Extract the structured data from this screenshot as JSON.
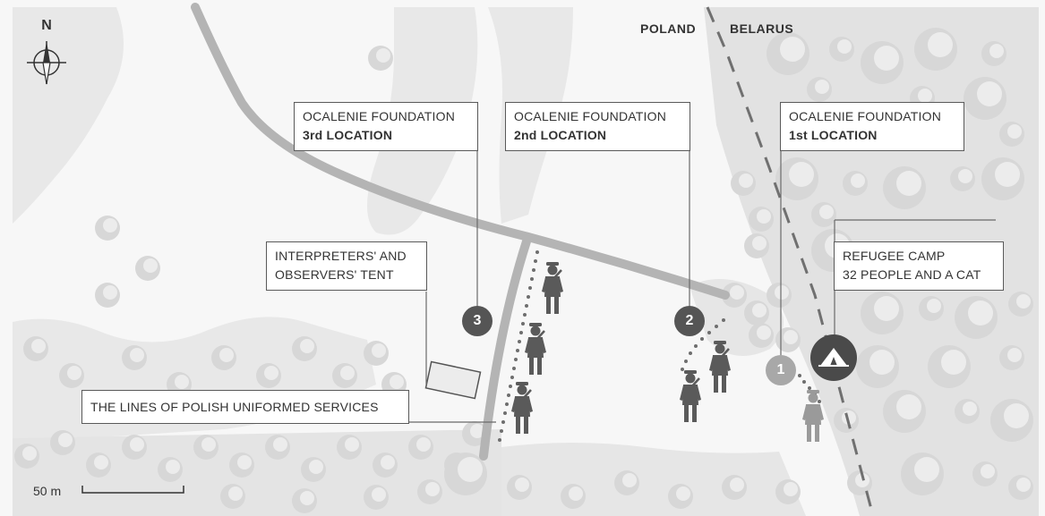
{
  "compass": {
    "letter": "N",
    "icon": "compass-rose-icon"
  },
  "countries": {
    "west": "POLAND",
    "east": "BELARUS"
  },
  "callouts": {
    "location3": {
      "line1": "OCALENIE FOUNDATION",
      "line2": "3rd LOCATION"
    },
    "location2": {
      "line1": "OCALENIE FOUNDATION",
      "line2": "2nd LOCATION"
    },
    "location1": {
      "line1": "OCALENIE FOUNDATION",
      "line2": "1st LOCATION"
    },
    "camp": {
      "line1": "REFUGEE CAMP",
      "line2": "32 PEOPLE AND A CAT"
    },
    "tent": {
      "line1": "INTERPRETERS' AND",
      "line2": "OBSERVERS' TENT"
    },
    "lines": {
      "line1": "THE LINES OF POLISH UNIFORMED SERVICES"
    }
  },
  "markers": {
    "m1": "1",
    "m2": "2",
    "m3": "3"
  },
  "scale": {
    "label": "50 m"
  },
  "colors": {
    "forest": "#e6e6e6",
    "tree": "#d4d4d4",
    "road": "#b4b4b4",
    "border": "#707070",
    "text": "#333333",
    "marker_dark": "#555555",
    "marker_light": "#a8a8a8"
  }
}
